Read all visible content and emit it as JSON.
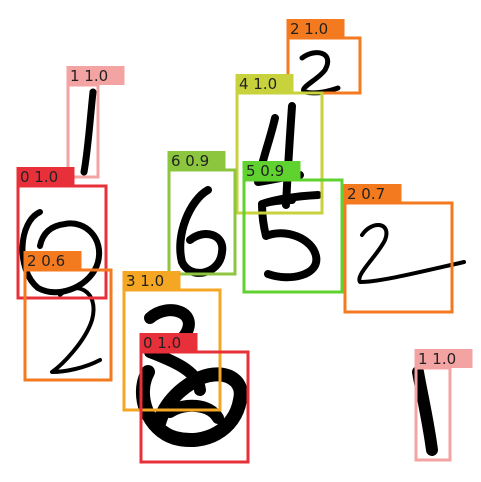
{
  "detections": [
    {
      "label": "2 1.0",
      "color": "#f47a1f"
    },
    {
      "label": "1 1.0",
      "color": "#f4a3a3"
    },
    {
      "label": "4 1.0",
      "color": "#c8d23c"
    },
    {
      "label": "0 1.0",
      "color": "#e8303a"
    },
    {
      "label": "6 0.9",
      "color": "#8cc63e"
    },
    {
      "label": "5 0.9",
      "color": "#5fd22f"
    },
    {
      "label": "2 0.7",
      "color": "#f47a1f"
    },
    {
      "label": "2 0.6",
      "color": "#f47a1f"
    },
    {
      "label": "3 1.0",
      "color": "#f5a623"
    },
    {
      "label": "0 1.0",
      "color": "#e8303a"
    },
    {
      "label": "1 1.0",
      "color": "#f4a3a3"
    }
  ]
}
